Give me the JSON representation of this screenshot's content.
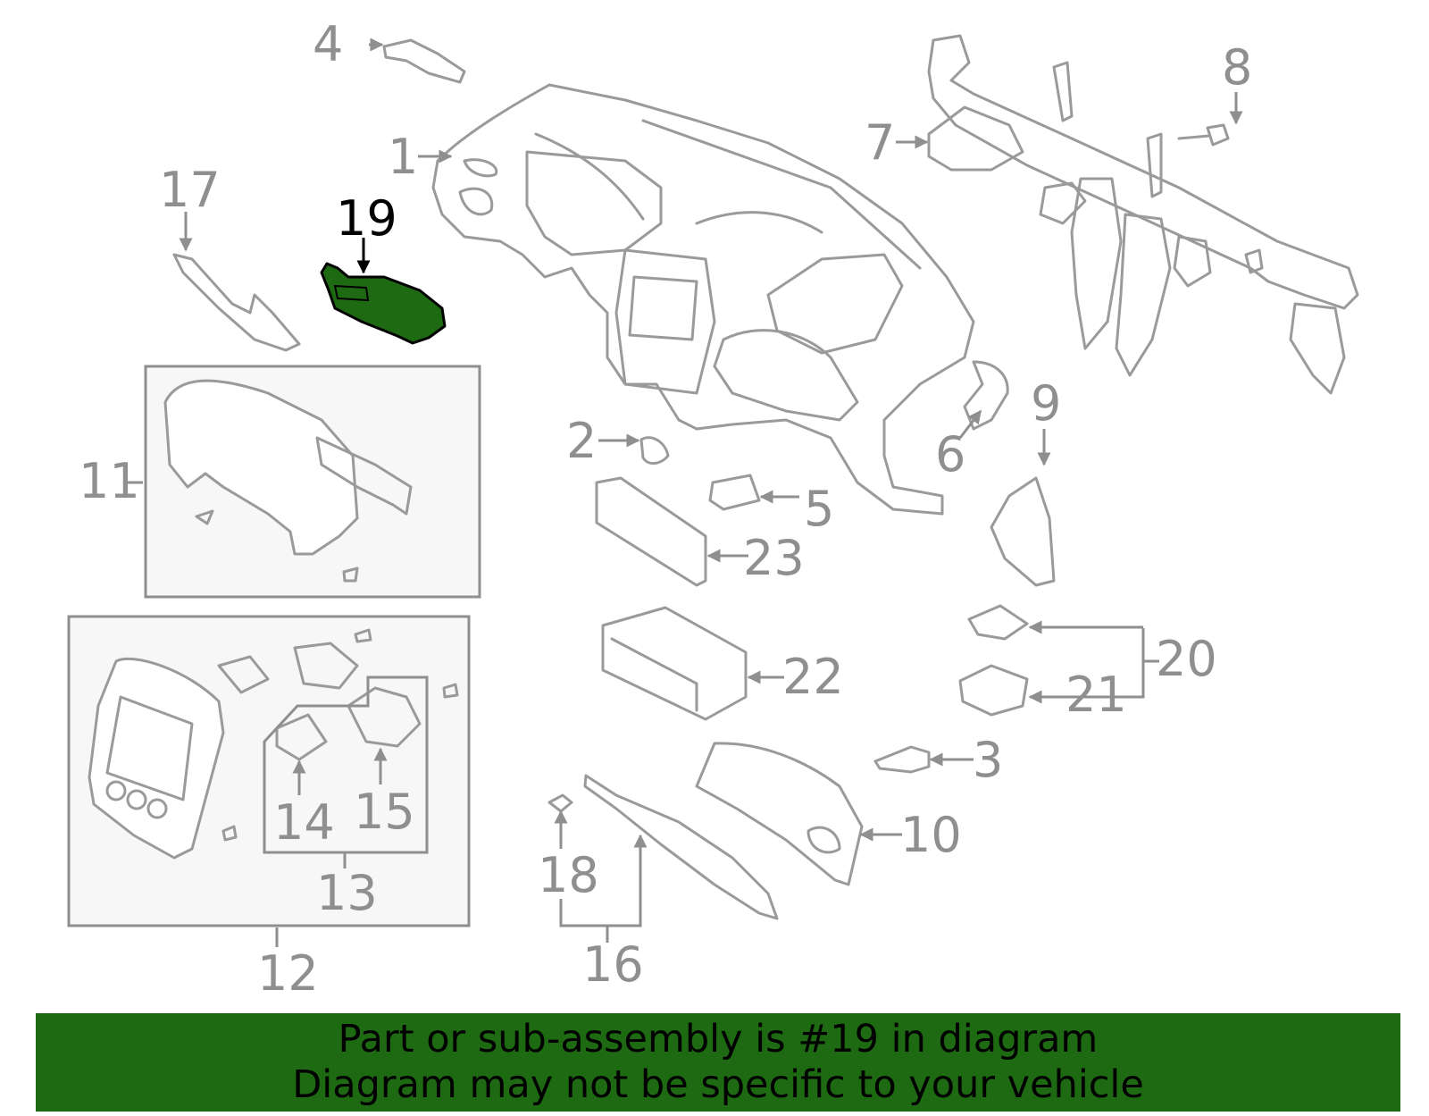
{
  "colors": {
    "banner_background": "#1e6a12",
    "highlight_part": "#1e6a12",
    "line_art": "#9a9a9a",
    "inset_background": "#f7f7f7"
  },
  "highlighted_part": "19",
  "callouts": {
    "c1": "1",
    "c2": "2",
    "c3": "3",
    "c4": "4",
    "c5": "5",
    "c6": "6",
    "c7": "7",
    "c8": "8",
    "c9": "9",
    "c10": "10",
    "c11": "11",
    "c12": "12",
    "c13": "13",
    "c14": "14",
    "c15": "15",
    "c16": "16",
    "c17": "17",
    "c18": "18",
    "c19": "19",
    "c20": "20",
    "c21": "21",
    "c22": "22",
    "c23": "23"
  },
  "banner": {
    "line1": "Part or sub-assembly is #19 in diagram",
    "line2": "Diagram may not be specific to your vehicle"
  }
}
